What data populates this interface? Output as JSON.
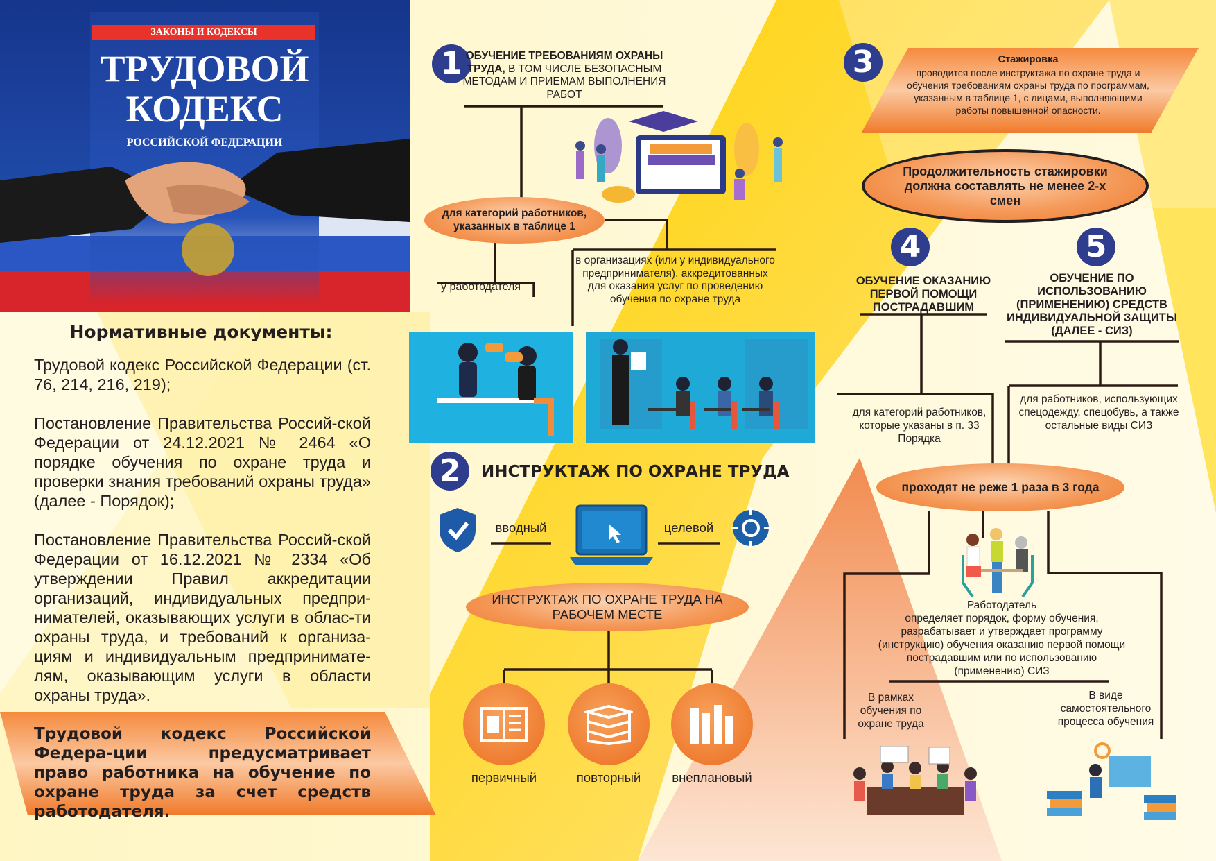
{
  "book_cover": {
    "series": "ЗАКОНЫ И КОДЕКСЫ",
    "title_line1": "ТРУДОВОЙ",
    "title_line2": "КОДЕКС",
    "subtitle": "РОССИЙСКОЙ ФЕДЕРАЦИИ"
  },
  "documents": {
    "heading": "Нормативные документы:",
    "items": [
      "Трудовой кодекс Российской Федерации (ст. 76, 214, 216, 219);",
      "Постановление Правительства Россий-ской Федерации от 24.12.2021 № 2464 «О порядке обучения по охране труда и проверки знания требований охраны труда» (далее - Порядок);",
      "Постановление Правительства Россий-ской Федерации от 16.12.2021 № 2334 «Об утверждении Правил аккредитации организаций, индивидуальных предпри-нимателей, оказывающих услуги в облас-ти охраны труда, и требований к организа-циям и индивидуальным предпринимате-лям, оказывающим услуги в области охраны труда»."
    ],
    "banner": "Трудовой кодекс Российской Федера-ции предусматривает право работника на обучение по охране труда за счет средств работодателя."
  },
  "section1": {
    "number": "1",
    "title_bold": "ОБУЧЕНИЕ ТРЕБОВАНИЯМ ОХРАНЫ ТРУДА,",
    "title_rest": "В ТОМ ЧИСЛЕ БЕЗОПАСНЫМ МЕТОДАМ И ПРИЕМАМ ВЫПОЛНЕНИЯ РАБОТ",
    "ellipse": "для категорий работников, указанных в таблице 1",
    "branch_left": "у работодателя",
    "branch_right": "в организациях (или у индивидуального предпринимателя), аккредитованных для оказания услуг по проведению обучения по охране труда"
  },
  "section2": {
    "number": "2",
    "title": "ИНСТРУКТАЖ ПО ОХРАНЕ ТРУДА",
    "type_intro": "вводный",
    "type_target": "целевой",
    "ellipse": "ИНСТРУКТАЖ ПО ОХРАНЕ ТРУДА НА РАБОЧЕМ МЕСТЕ",
    "kinds": [
      "первичный",
      "повторный",
      "внеплановый"
    ]
  },
  "section3": {
    "number": "3",
    "title": "Стажировка",
    "text": "проводится после инструктажа по охране труда и обучения требованиям охраны труда по программам, указанным в таблице 1, с лицами, выполняющими работы повышенной опасности.",
    "ellipse": "Продолжительность стажировки должна составлять не менее 2-х смен"
  },
  "section4": {
    "number": "4",
    "title": "ОБУЧЕНИЕ ОКАЗАНИЮ ПЕРВОЙ ПОМОЩИ ПОСТРАДАВШИМ",
    "sub": "для категорий работников, которые указаны в п. 33 Порядка"
  },
  "section5": {
    "number": "5",
    "title": "ОБУЧЕНИЕ ПО ИСПОЛЬЗОВАНИЮ (ПРИМЕНЕНИЮ) СРЕДСТВ ИНДИВИДУАЛЬНОЙ ЗАЩИТЫ (ДАЛЕЕ - СИЗ)",
    "sub": "для работников, использующих спецодежду, спецобувь, а также остальные виды СИЗ"
  },
  "common": {
    "ellipse": "проходят не реже 1 раза в 3 года",
    "employer_title": "Работодатель",
    "employer_text": "определяет порядок, форму обучения, разрабатывает и утверждает программу (инструкцию) обучения оказанию первой помощи пострадавшим или по использованию (применению) СИЗ",
    "option_left": "В рамках обучения по охране труда",
    "option_right": "В виде самостоятельного процесса обучения"
  },
  "colors": {
    "navy": "#2f3d8e",
    "orange": "#ee7a2c",
    "yellow": "#ffd23a",
    "line": "#2b1a12",
    "photo_bg": "#1fb2e0"
  }
}
